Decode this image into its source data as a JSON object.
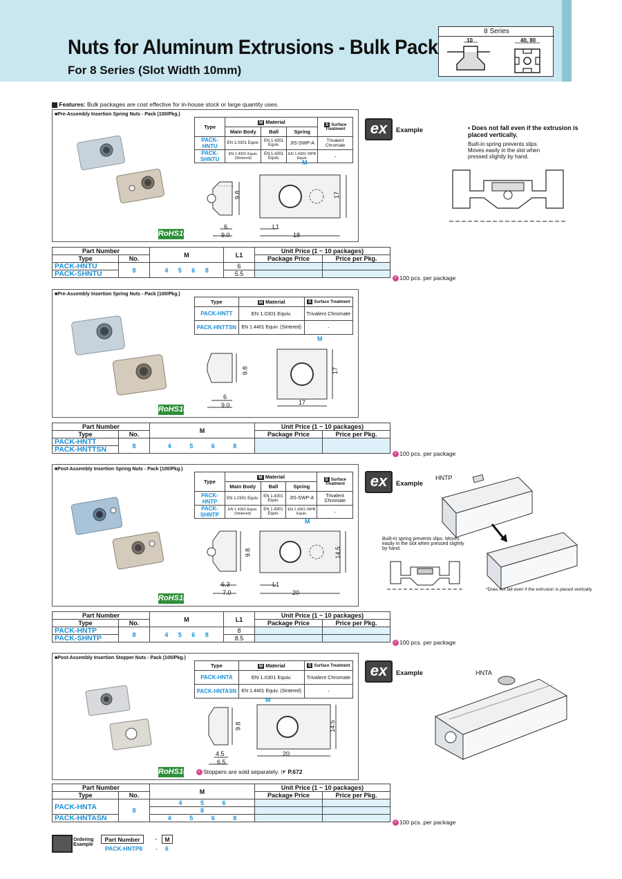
{
  "header": {
    "title": "Nuts for Aluminum Extrusions - Bulk Packages",
    "subtitle": "For 8 Series (Slot Width 10mm)",
    "series_label": "8 Series",
    "dim_slot": "10",
    "dim_sizes": "40, 80"
  },
  "features": {
    "label": "Features:",
    "text": "Bulk packages are cost effective for in-house stock or large quantity uses."
  },
  "common": {
    "material": "Material",
    "surface": "Surface Treatment",
    "type": "Type",
    "m_badge": "M",
    "s_badge": "S",
    "rohs": "RoHS10",
    "part_number": "Part Number",
    "unit_price": "Unit Price (1 ~ 10 packages)",
    "package_price": "Package Price",
    "price_per_pkg": "Price per Pkg.",
    "m": "M",
    "l1": "L1",
    "note_100": "100 pcs. per package",
    "example": "Example",
    "ex": "ex",
    "main_body": "Main Body",
    "ball": "Ball",
    "spring": "Spring"
  },
  "s1": {
    "title": "Pre-Assembly Insertion Spring Nuts - Pack (100/Pkg.)",
    "rows": [
      {
        "type": "PACK-HNTU",
        "main": "EN 1.0301 Equiv.",
        "ball": "EN 1.4301 Equiv.",
        "spring": "JIS-SWP-A",
        "surf": "Trivalent Chromate"
      },
      {
        "type": "PACK-SHNTU",
        "main": "EN 1.4301 Equiv. (Sintered)",
        "ball": "EN 1.4301 Equiv.",
        "spring": "EN 1.4301 WPB Equiv.",
        "surf": "-"
      }
    ],
    "dims": {
      "m": "M",
      "d98": "9.8",
      "d17": "17",
      "d6": "6",
      "d90": "9.0",
      "dL1": "L1",
      "d18": "18"
    },
    "price": {
      "types": [
        "PACK-HNTU",
        "PACK-SHNTU"
      ],
      "no": "8",
      "m": [
        "4",
        "5",
        "6",
        "8"
      ],
      "l1": [
        "6",
        "5.5"
      ]
    },
    "ex_note": "• Does not fall even if the extrusion is placed vertically.",
    "ex_text": "Built-in spring prevents slips. Moves easily in the slot when pressed slightly by hand."
  },
  "s2": {
    "title": "Pre-Assembly Insertion Spring Nuts - Pack (100/Pkg.)",
    "rows": [
      {
        "type": "PACK-HNTT",
        "main": "EN 1.0301 Equiv.",
        "surf": "Trivalent Chromate"
      },
      {
        "type": "PACK-HNTTSN",
        "main": "EN 1.4401 Equiv. (Sintered)",
        "surf": "-"
      }
    ],
    "dims": {
      "m": "M",
      "d98": "9.8",
      "d17": "17",
      "d6": "6",
      "d90": "9.0",
      "d17b": "17"
    },
    "price": {
      "types": [
        "PACK-HNTT",
        "PACK-HNTTSN"
      ],
      "no": "8",
      "m": [
        "4",
        "5",
        "6",
        "8"
      ]
    }
  },
  "s3": {
    "title": "Post-Assembly Insertion Spring Nuts - Pack (100/Pkg.)",
    "rows": [
      {
        "type": "PACK-HNTP",
        "main": "EN 1.0301 Equiv.",
        "ball": "EN 1.4301 Equiv.",
        "spring": "JIS-SWP-A",
        "surf": "Trivalent Chromate"
      },
      {
        "type": "PACK-SHNTP",
        "main": "EN 1.4301 Equiv. (Sintered)",
        "ball": "EN 1.4301 Equiv.",
        "spring": "EN 1.4301 WPB Equiv.",
        "surf": "-"
      }
    ],
    "dims": {
      "m": "M",
      "d98": "9.8",
      "d145": "14.5",
      "d63": "6.3",
      "d70": "7.0",
      "dL1": "L1",
      "d20": "20"
    },
    "price": {
      "types": [
        "PACK-HNTP",
        "PACK-SHNTP"
      ],
      "no": "8",
      "m": [
        "4",
        "5",
        "6",
        "8"
      ],
      "l1": [
        "8",
        "8.5"
      ]
    },
    "ex_label": "HNTP",
    "ex_text": "Built-in spring prevents slips. Moves easily in the slot when pressed slightly by hand.",
    "ex_note": "*Does not fall even if the extrusion is placed vertically."
  },
  "s4": {
    "title": "Post-Assembly Insertion Stopper Nuts - Pack (100/Pkg.)",
    "rows": [
      {
        "type": "PACK-HNTA",
        "main": "EN 1.0301 Equiv.",
        "surf": "Trivalent Chromate"
      },
      {
        "type": "PACK-HNTASN",
        "main": "EN 1.4401 Equiv. (Sintered)",
        "surf": "-"
      }
    ],
    "dims": {
      "m": "M",
      "d98": "9.8",
      "d145": "14.5",
      "d45": "4.5",
      "d65": "6.5",
      "d20": "20"
    },
    "stopper_note": "Stoppers are sold separately.",
    "stopper_ref": "P.672",
    "price": {
      "types": [
        "PACK-HNTA",
        "PACK-HNTASN"
      ],
      "no": "8",
      "m1": [
        "4",
        "5",
        "6"
      ],
      "m1b": "8",
      "m2": [
        "4",
        "5",
        "6",
        "8"
      ]
    },
    "ex_label": "HNTA"
  },
  "ordering": {
    "label": "Ordering Example",
    "part_number": "Part Number",
    "dash": "-",
    "m": "M",
    "value": "PACK-HNTP8",
    "value_dash": "-",
    "value_m": "6"
  }
}
